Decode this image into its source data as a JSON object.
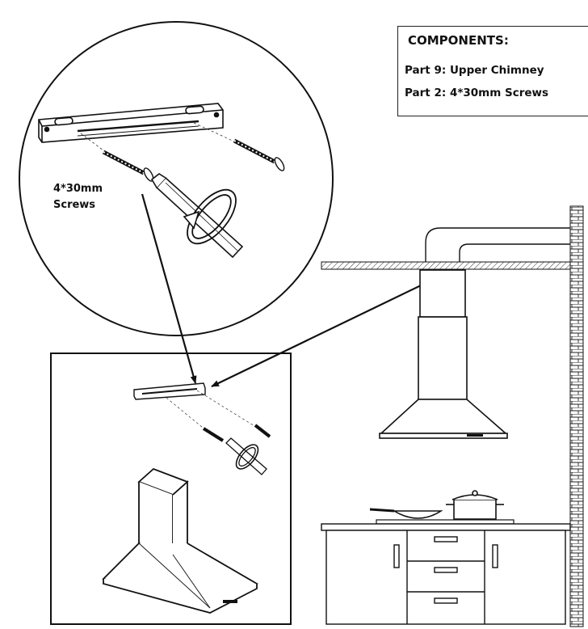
{
  "components": {
    "title": "COMPONENTS:",
    "items": [
      "Part 9:  Upper  Chimney",
      "Part 2:  4*30mm Screws"
    ]
  },
  "callout": {
    "label_line1": "4*30mm",
    "label_line2": "Screws"
  },
  "colors": {
    "ink": "#1a1a1a",
    "background": "#ffffff"
  }
}
